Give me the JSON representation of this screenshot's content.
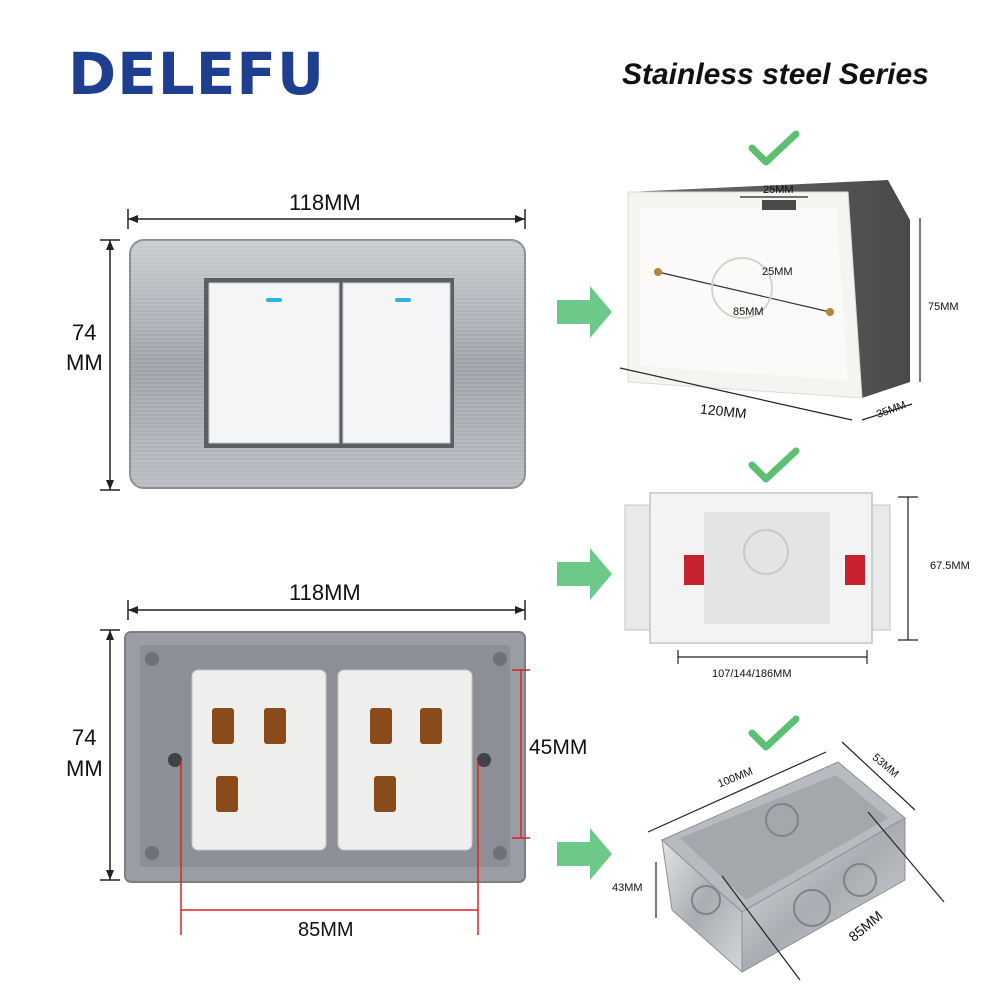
{
  "brand": {
    "name": "DELEFU",
    "accent": "#1e3f8f"
  },
  "header": {
    "series": "Stainless steel Series"
  },
  "switch_front": {
    "width": "118MM",
    "height_num": "74",
    "height_unit": "MM"
  },
  "switch_back": {
    "width": "118MM",
    "height_num": "74",
    "height_unit": "MM",
    "hole_spacing": "85MM",
    "vertical_spacing": "45MM"
  },
  "box_plastic_gray": {
    "slot_top": "25MM",
    "slot_inner": "25MM",
    "hole_spacing": "85MM",
    "width": "120MM",
    "height": "75MM",
    "depth": "35MM"
  },
  "box_plastic_white": {
    "height": "67.5MM",
    "widths": "107/144/186MM"
  },
  "box_metal": {
    "width": "100MM",
    "depth": "53MM",
    "height": "43MM",
    "hole_spacing": "85MM"
  },
  "icons": {
    "arrow": "right-arrow-icon",
    "check": "check-mark-icon",
    "arrow_color": "#6dc98a",
    "check_color": "#5cbf72"
  }
}
